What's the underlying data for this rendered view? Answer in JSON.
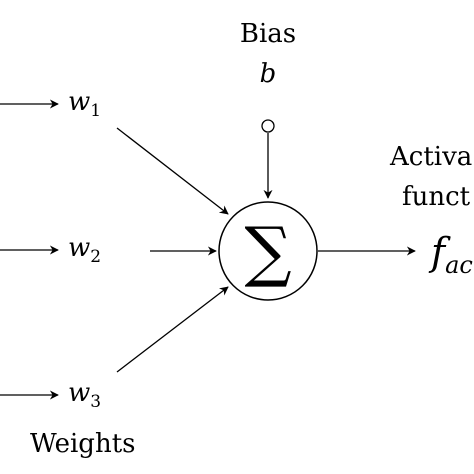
{
  "labels": {
    "bias_title": "Bias",
    "bias_symbol": "b",
    "weights_title": "Weights",
    "activation_line1": "Activa",
    "activation_line2": "funct",
    "sum_symbol": "∑",
    "activation_fn": "f",
    "activation_sub": "ac"
  },
  "weights": [
    {
      "symbol": "w",
      "subscript": "1"
    },
    {
      "symbol": "w",
      "subscript": "2"
    },
    {
      "symbol": "w",
      "subscript": "3"
    }
  ],
  "colors": {
    "ink": "#000000",
    "background": "#ffffff"
  }
}
